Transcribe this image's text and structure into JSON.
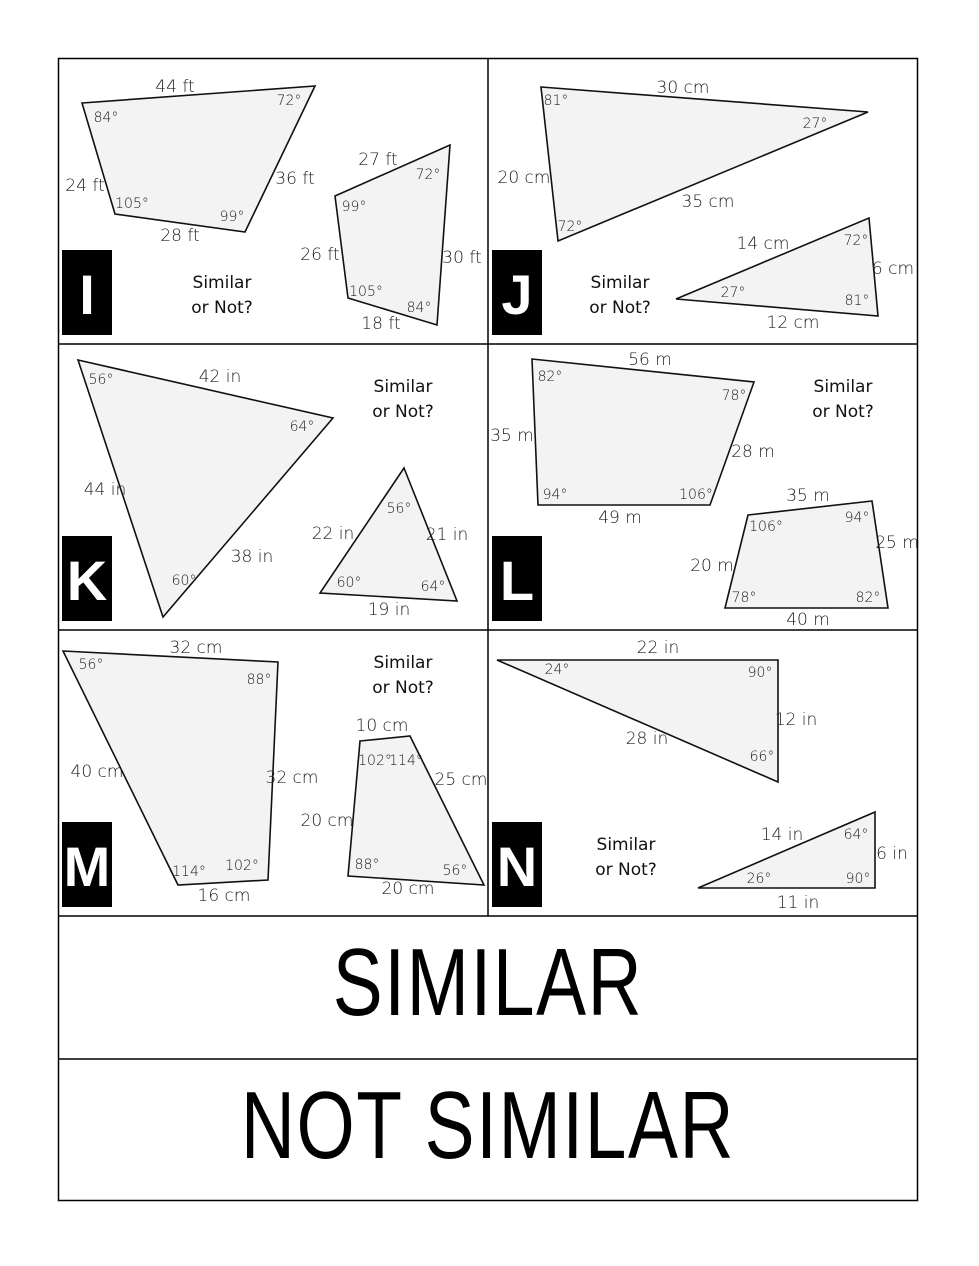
{
  "panels": [
    {
      "letter": "I",
      "prompt": [
        "Similar",
        "or Not?"
      ],
      "shapes": [
        {
          "sides": [
            "44 ft",
            "24 ft",
            "28 ft",
            "36 ft"
          ],
          "angles": [
            "84°",
            "72°",
            "105°",
            "99°"
          ]
        },
        {
          "sides": [
            "27 ft",
            "26 ft",
            "30 ft",
            "18 ft"
          ],
          "angles": [
            "99°",
            "72°",
            "105°",
            "84°"
          ]
        }
      ]
    },
    {
      "letter": "J",
      "prompt": [
        "Similar",
        "or Not?"
      ],
      "shapes": [
        {
          "sides": [
            "30 cm",
            "20 cm",
            "35 cm"
          ],
          "angles": [
            "81°",
            "27°",
            "72°"
          ]
        },
        {
          "sides": [
            "14 cm",
            "6 cm",
            "12 cm"
          ],
          "angles": [
            "72°",
            "27°",
            "81°"
          ]
        }
      ]
    },
    {
      "letter": "K",
      "prompt": [
        "Similar",
        "or Not?"
      ],
      "shapes": [
        {
          "sides": [
            "42 in",
            "44 in",
            "38 in"
          ],
          "angles": [
            "56°",
            "64°",
            "60°"
          ]
        },
        {
          "sides": [
            "22 in",
            "21 in",
            "19 in"
          ],
          "angles": [
            "56°",
            "60°",
            "64°"
          ]
        }
      ]
    },
    {
      "letter": "L",
      "prompt": [
        "Similar",
        "or Not?"
      ],
      "shapes": [
        {
          "sides": [
            "56 m",
            "35 m",
            "28 m",
            "49 m"
          ],
          "angles": [
            "82°",
            "78°",
            "94°",
            "106°"
          ]
        },
        {
          "sides": [
            "35 m",
            "25 m",
            "20 m",
            "40 m"
          ],
          "angles": [
            "106°",
            "94°",
            "78°",
            "82°"
          ]
        }
      ]
    },
    {
      "letter": "M",
      "prompt": [
        "Similar",
        "or Not?"
      ],
      "shapes": [
        {
          "sides": [
            "32 cm",
            "40 cm",
            "32 cm",
            "16 cm"
          ],
          "angles": [
            "56°",
            "88°",
            "114°",
            "102°"
          ]
        },
        {
          "sides": [
            "10 cm",
            "25 cm",
            "20 cm",
            "20 cm"
          ],
          "angles": [
            "102°",
            "114°",
            "88°",
            "56°"
          ]
        }
      ]
    },
    {
      "letter": "N",
      "prompt": [
        "Similar",
        "or Not?"
      ],
      "shapes": [
        {
          "sides": [
            "22 in",
            "12 in",
            "28 in"
          ],
          "angles": [
            "24°",
            "90°",
            "66°"
          ]
        },
        {
          "sides": [
            "14 in",
            "6 in",
            "11 in"
          ],
          "angles": [
            "64°",
            "26°",
            "90°"
          ]
        }
      ]
    }
  ],
  "answers": {
    "similar": "SIMILAR",
    "not_similar": "NOT SIMILAR"
  }
}
